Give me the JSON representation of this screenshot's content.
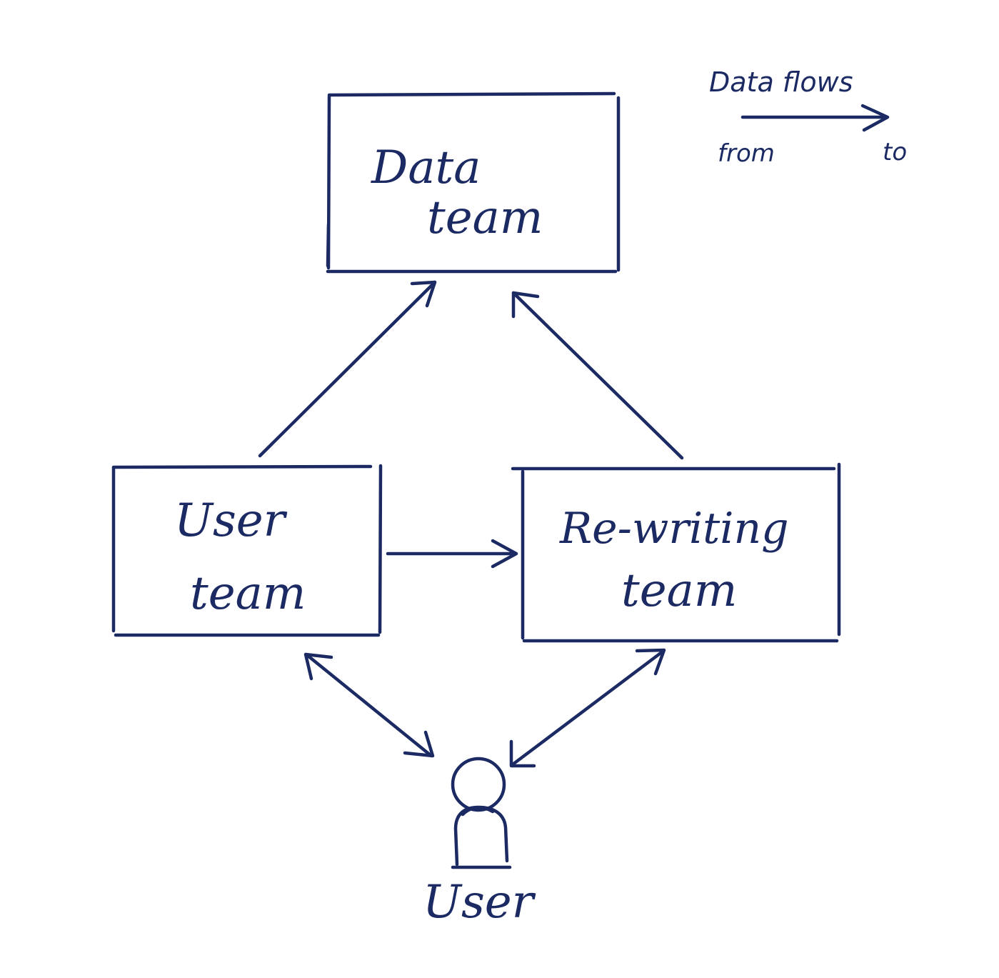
{
  "diagram": {
    "nodes": {
      "data_team": {
        "line1": "Data",
        "line2": "team"
      },
      "user_team": {
        "line1": "User",
        "line2": "team"
      },
      "rewriting_team": {
        "line1": "Re-writing",
        "line2": "team"
      },
      "user": {
        "label": "User"
      }
    },
    "edges": [
      {
        "from": "user_team",
        "to": "data_team",
        "direction": "one-way"
      },
      {
        "from": "rewriting_team",
        "to": "data_team",
        "direction": "one-way"
      },
      {
        "from": "user_team",
        "to": "rewriting_team",
        "direction": "one-way"
      },
      {
        "from": "user_team",
        "to": "user",
        "direction": "two-way"
      },
      {
        "from": "rewriting_team",
        "to": "user",
        "direction": "two-way"
      }
    ],
    "legend": {
      "title": "Data flows",
      "from_label": "from",
      "to_label": "to"
    },
    "colors": {
      "ink": "#1b2a63",
      "background": "#ffffff"
    }
  }
}
